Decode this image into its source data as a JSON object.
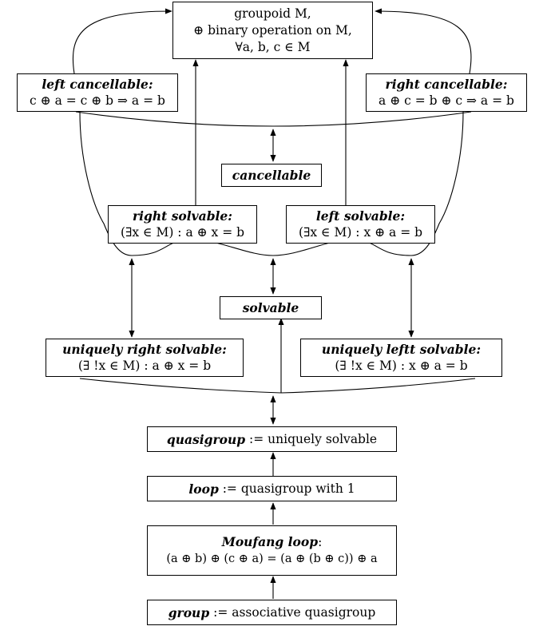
{
  "groupoid": {
    "line1": "groupoid M,",
    "line2": "⊕ binary operation on M,",
    "line3": "∀a, b, c ∈ M"
  },
  "left_cancellable": {
    "title": "left cancellable:",
    "formula": "c ⊕ a = c ⊕ b ⇒ a = b"
  },
  "right_cancellable": {
    "title": "right cancellable:",
    "formula": "a ⊕ c = b ⊕ c ⇒ a = b"
  },
  "cancellable": {
    "title": "cancellable"
  },
  "right_solvable": {
    "title": "right solvable:",
    "formula": "(∃x ∈ M) : a ⊕ x = b"
  },
  "left_solvable": {
    "title": "left solvable:",
    "formula": "(∃x ∈ M) : x ⊕ a = b"
  },
  "solvable": {
    "title": "solvable"
  },
  "uniquely_right_solvable": {
    "title": "uniquely right solvable:",
    "formula": "(∃ !x ∈ M) : a ⊕ x = b"
  },
  "uniquely_left_solvable": {
    "title": "uniquely leftt solvable:",
    "formula": "(∃ !x ∈ M) : x ⊕ a = b"
  },
  "quasigroup": {
    "term": "quasigroup",
    "definition": " := uniquely solvable"
  },
  "loop": {
    "term": "loop",
    "definition": " := quasigroup with 1"
  },
  "moufang": {
    "term": "Moufang loop",
    "suffix": ":",
    "formula": "(a ⊕ b) ⊕ (c ⊕ a) = (a ⊕ (b ⊕ c)) ⊕ a"
  },
  "group": {
    "term": "group",
    "definition": " := associative quasigroup"
  }
}
